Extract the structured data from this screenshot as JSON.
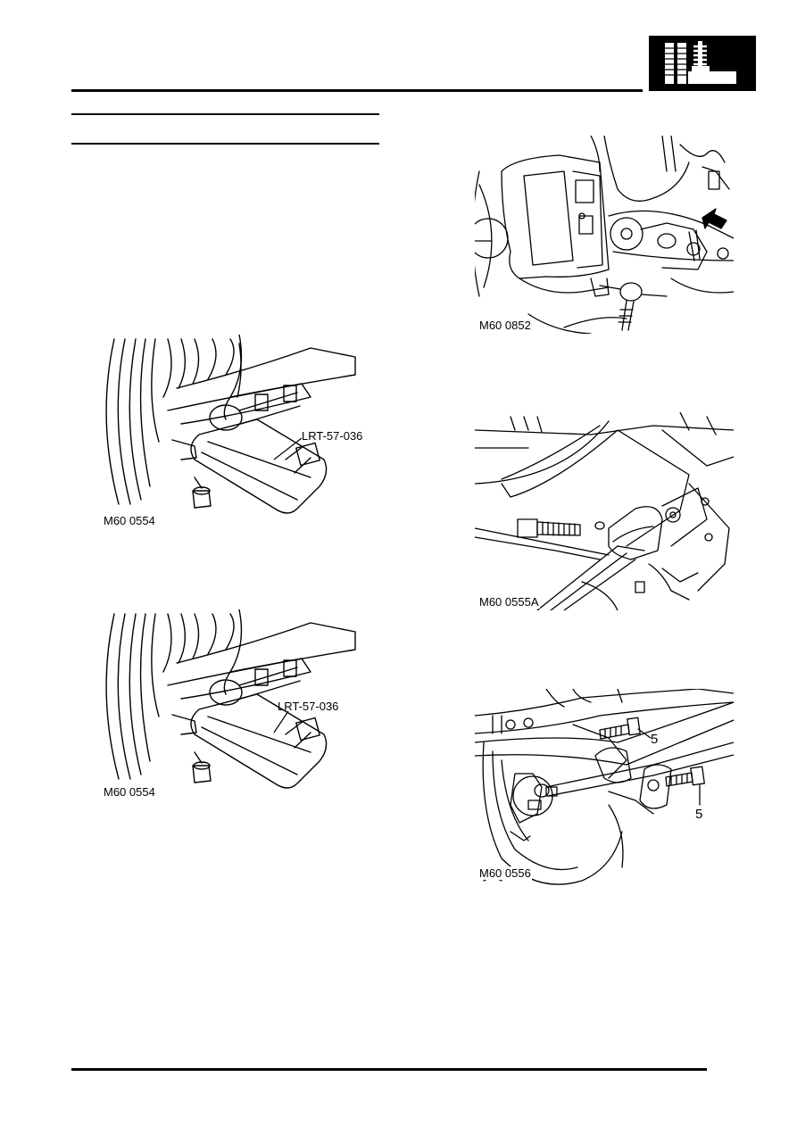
{
  "figures": {
    "fig1": {
      "caption": "M60 0852"
    },
    "fig2": {
      "caption": "M60 0554",
      "tool_label": "LRT-57-036"
    },
    "fig3": {
      "caption": "M60 0555A"
    },
    "fig4": {
      "caption": "M60 0554",
      "tool_label": "LRT-57-036"
    },
    "fig5": {
      "caption": "M60 0556",
      "callout_1": "5",
      "callout_2": "5"
    }
  },
  "section_icon": "suspension-section-icon"
}
